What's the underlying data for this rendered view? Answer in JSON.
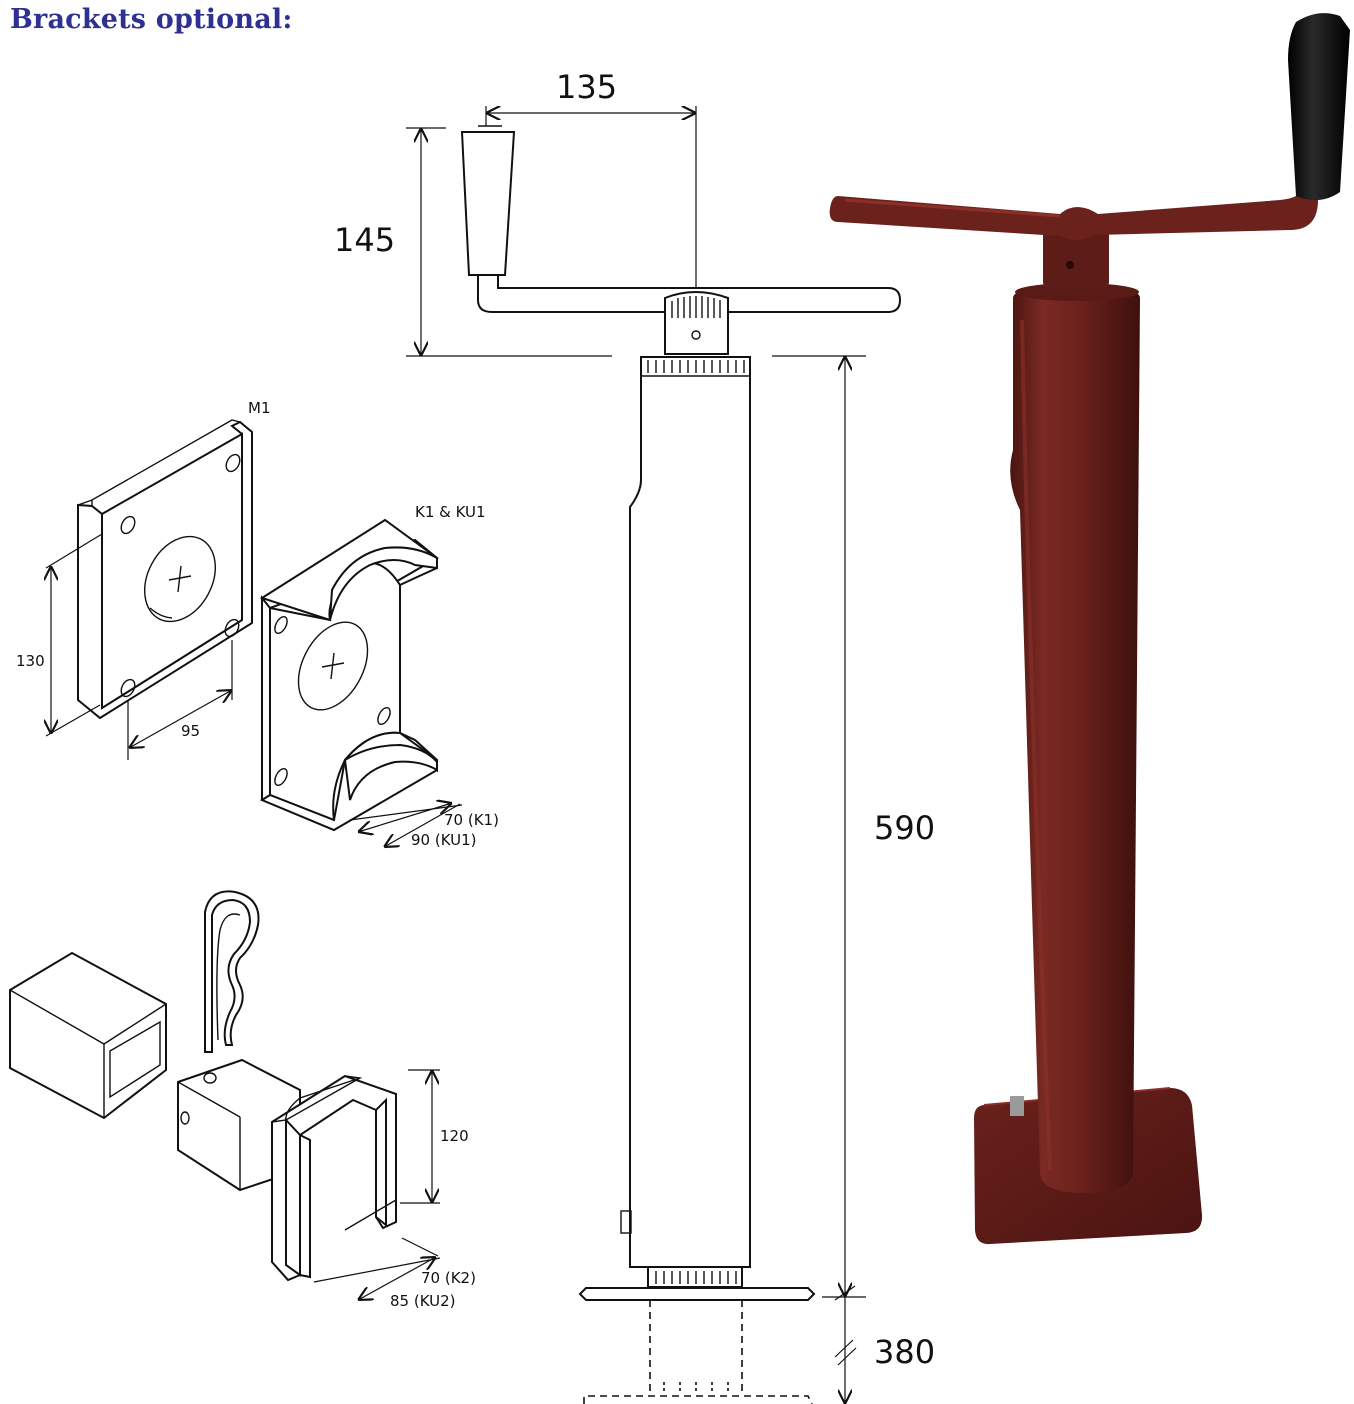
{
  "header": {
    "title": "Brackets optional:"
  },
  "drawing": {
    "dimensions": {
      "handle_width": "135",
      "handle_height": "145",
      "body_length": "590",
      "extension": "380"
    },
    "brackets": {
      "m1": {
        "label": "M1",
        "height": "130",
        "width": "95"
      },
      "k1": {
        "label": "K1 & KU1",
        "dim_k1": "70 (K1)",
        "dim_ku1": "90 (KU1)"
      },
      "k2": {
        "height": "120",
        "dim_k2": "70 (K2)",
        "dim_ku2": "85 (KU2)"
      }
    }
  },
  "photo": {
    "colors": {
      "body": "#6b211c",
      "body_dark": "#4a1411",
      "body_light": "#8a3028",
      "grip": "#111111"
    },
    "icons": [
      "jack-stand-photo"
    ]
  }
}
